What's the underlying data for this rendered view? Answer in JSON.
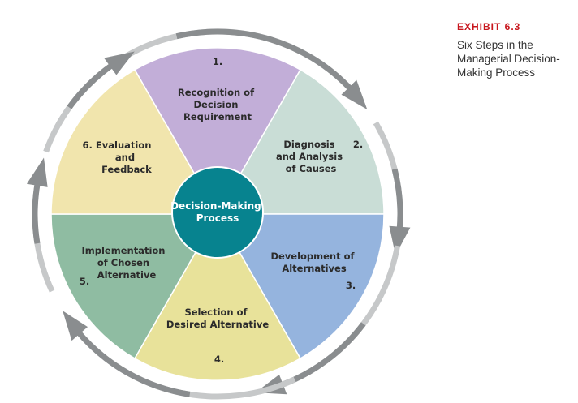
{
  "exhibit": {
    "label": "EXHIBIT 6.3",
    "title_lines": [
      "Six Steps in the",
      "Managerial Decision-",
      "Making Process"
    ]
  },
  "center": {
    "lines": [
      "Decision-Making",
      "Process"
    ],
    "color": "#07838f"
  },
  "steps": [
    {
      "number": "1.",
      "lines": [
        "Recognition of",
        "Decision",
        "Requirement"
      ],
      "color": "#c2aed8"
    },
    {
      "number": "2.",
      "lines": [
        "Diagnosis",
        "and Analysis",
        "of Causes"
      ],
      "color": "#c9ddd6"
    },
    {
      "number": "3.",
      "lines": [
        "Development of",
        "Alternatives"
      ],
      "color": "#95b4de"
    },
    {
      "number": "4.",
      "lines": [
        "Selection of",
        "Desired Alternative"
      ],
      "color": "#e8e29a"
    },
    {
      "number": "5.",
      "lines": [
        "Implementation",
        "of Chosen",
        "Alternative"
      ],
      "color": "#8fbca2"
    },
    {
      "number": "6.",
      "lines": [
        "6. Evaluation",
        "and",
        "Feedback"
      ],
      "color": "#f1e5ad"
    }
  ],
  "arrows": {
    "colors": [
      "#8a8d8f",
      "#c6c8c9"
    ]
  }
}
